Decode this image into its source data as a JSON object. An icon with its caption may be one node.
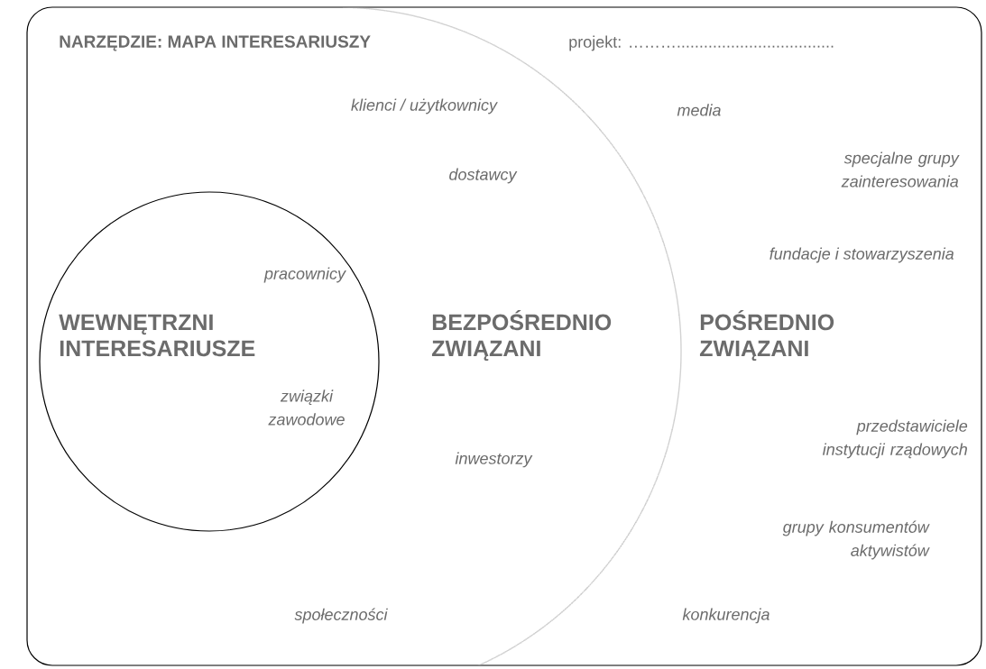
{
  "diagram": {
    "title": "NARZĘDZIE: MAPA INTERESARIUSZY",
    "nodes": [
      {
        "text": [
          "POŚREDNIO ZWIĄZANI"
        ]
      },
      {
        "text": [
          "BEZPOŚREDNIO ZWIĄZANI"
        ],
        "in": 0
      },
      {
        "text": [
          "WEWNĘTRZNI INTERESARIUSZE"
        ],
        "in": 1
      }
    ],
    "edges": [],
    "labels": [
      "projekt: ………...................................",
      "klienci / użytkownicy",
      "media",
      "specjalne grupy zainteresowania",
      "dostawcy",
      "fundacje i stowarzyszenia",
      "pracownicy",
      "związki zawodowe",
      "przedstawiciele instytucji rządowych",
      "inwestorzy",
      "grupy konsumentów aktywistów",
      "społeczności",
      "konkurencja"
    ]
  }
}
